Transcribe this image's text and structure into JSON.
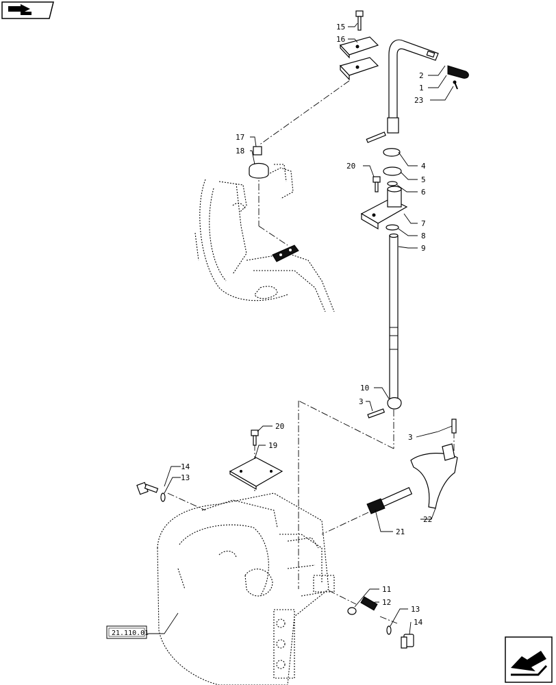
{
  "callouts": [
    {
      "id": "c15",
      "label": "15"
    },
    {
      "id": "c16",
      "label": "16"
    },
    {
      "id": "c2",
      "label": "2"
    },
    {
      "id": "c1",
      "label": "1"
    },
    {
      "id": "c23",
      "label": "23"
    },
    {
      "id": "c17",
      "label": "17"
    },
    {
      "id": "c18",
      "label": "18"
    },
    {
      "id": "c4",
      "label": "4"
    },
    {
      "id": "c20a",
      "label": "20"
    },
    {
      "id": "c5",
      "label": "5"
    },
    {
      "id": "c6",
      "label": "6"
    },
    {
      "id": "c7",
      "label": "7"
    },
    {
      "id": "c8",
      "label": "8"
    },
    {
      "id": "c9",
      "label": "9"
    },
    {
      "id": "c10",
      "label": "10"
    },
    {
      "id": "c3a",
      "label": "3"
    },
    {
      "id": "c20b",
      "label": "20"
    },
    {
      "id": "c3b",
      "label": "3"
    },
    {
      "id": "c19",
      "label": "19"
    },
    {
      "id": "c14a",
      "label": "14"
    },
    {
      "id": "c13a",
      "label": "13"
    },
    {
      "id": "c22",
      "label": "22"
    },
    {
      "id": "c21",
      "label": "21"
    },
    {
      "id": "c11",
      "label": "11"
    },
    {
      "id": "c12",
      "label": "12"
    },
    {
      "id": "c13b",
      "label": "13"
    },
    {
      "id": "c14b",
      "label": "14"
    }
  ],
  "reference_box": {
    "label": "21.110.01"
  },
  "icons": {
    "top_left": "page-back-icon",
    "bottom_right": "next-page-icon"
  }
}
